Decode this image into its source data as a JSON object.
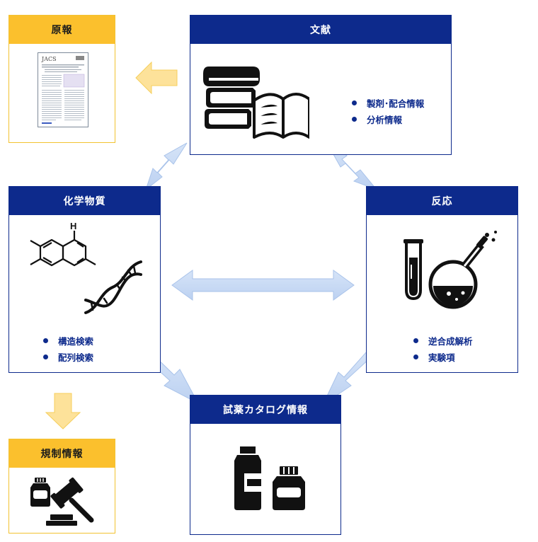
{
  "boxes": {
    "genpo": {
      "title": "原報"
    },
    "bunken": {
      "title": "文献",
      "bullets": [
        "製剤･配合情報",
        "分析情報"
      ]
    },
    "kagaku": {
      "title": "化学物質",
      "bullets": [
        "構造検索",
        "配列検索"
      ]
    },
    "hanno": {
      "title": "反応",
      "bullets": [
        "逆合成解析",
        "実験項"
      ]
    },
    "shiyaku": {
      "title": "試薬カタログ情報"
    },
    "kisei": {
      "title": "規制情報"
    }
  },
  "journal": {
    "name": "JACS"
  },
  "molecule": {
    "label": "H"
  },
  "colors": {
    "navy": "#0d2a8c",
    "gold": "#fbc02d",
    "arrow_blue": "#c7d9f5",
    "arrow_gold": "#fde29a"
  }
}
